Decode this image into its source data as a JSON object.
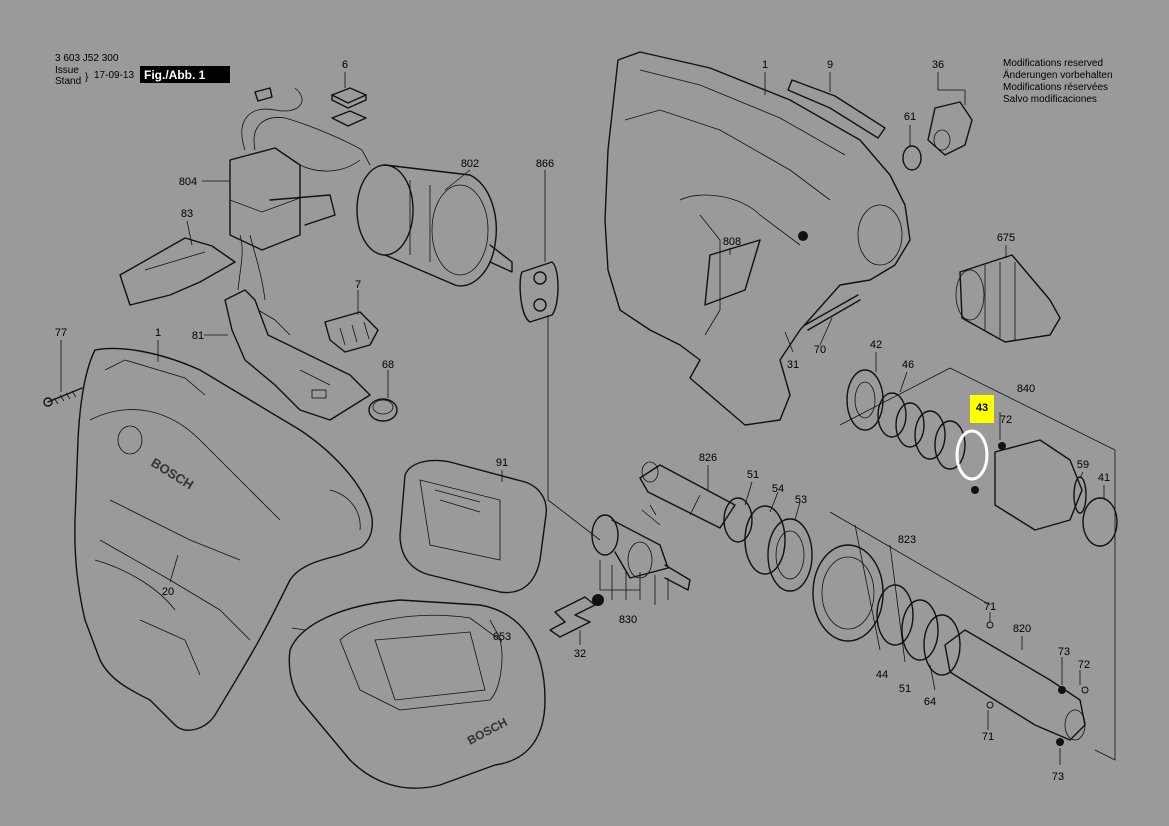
{
  "header": {
    "doc_number": "3 603 J52 300",
    "issue_label": "Issue",
    "stand_label": "Stand",
    "date": "17-09-13",
    "fig_label": "Fig./Abb. 1"
  },
  "notice": {
    "lines": [
      "Modifications reserved",
      "Änderungen vorbehalten",
      "Modifications réservées",
      "Salvo modificaciones"
    ]
  },
  "highlight": {
    "part": "43",
    "color": "#ffff00"
  },
  "parts": [
    {
      "id": "p-6",
      "label": "6"
    },
    {
      "id": "p-804",
      "label": "804"
    },
    {
      "id": "p-83",
      "label": "83"
    },
    {
      "id": "p-81",
      "label": "81"
    },
    {
      "id": "p-77",
      "label": "77"
    },
    {
      "id": "p-1a",
      "label": "1"
    },
    {
      "id": "p-802",
      "label": "802"
    },
    {
      "id": "p-866",
      "label": "866"
    },
    {
      "id": "p-7",
      "label": "7"
    },
    {
      "id": "p-68",
      "label": "68"
    },
    {
      "id": "p-91",
      "label": "91"
    },
    {
      "id": "p-20",
      "label": "20"
    },
    {
      "id": "p-653",
      "label": "653"
    },
    {
      "id": "p-32",
      "label": "32"
    },
    {
      "id": "p-830",
      "label": "830"
    },
    {
      "id": "p-826",
      "label": "826"
    },
    {
      "id": "p-51a",
      "label": "51"
    },
    {
      "id": "p-54",
      "label": "54"
    },
    {
      "id": "p-53",
      "label": "53"
    },
    {
      "id": "p-1b",
      "label": "1"
    },
    {
      "id": "p-9",
      "label": "9"
    },
    {
      "id": "p-36",
      "label": "36"
    },
    {
      "id": "p-61",
      "label": "61"
    },
    {
      "id": "p-808",
      "label": "808"
    },
    {
      "id": "p-31",
      "label": "31"
    },
    {
      "id": "p-70",
      "label": "70"
    },
    {
      "id": "p-675",
      "label": "675"
    },
    {
      "id": "p-42",
      "label": "42"
    },
    {
      "id": "p-46",
      "label": "46"
    },
    {
      "id": "p-840",
      "label": "840"
    },
    {
      "id": "p-43",
      "label": "43"
    },
    {
      "id": "p-72a",
      "label": "72"
    },
    {
      "id": "p-59",
      "label": "59"
    },
    {
      "id": "p-41",
      "label": "41"
    },
    {
      "id": "p-823",
      "label": "823"
    },
    {
      "id": "p-71a",
      "label": "71"
    },
    {
      "id": "p-820",
      "label": "820"
    },
    {
      "id": "p-44",
      "label": "44"
    },
    {
      "id": "p-51b",
      "label": "51"
    },
    {
      "id": "p-64",
      "label": "64"
    },
    {
      "id": "p-73a",
      "label": "73"
    },
    {
      "id": "p-72b",
      "label": "72"
    },
    {
      "id": "p-71b",
      "label": "71"
    },
    {
      "id": "p-73b",
      "label": "73"
    }
  ],
  "brand_marks": [
    "BOSCH"
  ]
}
